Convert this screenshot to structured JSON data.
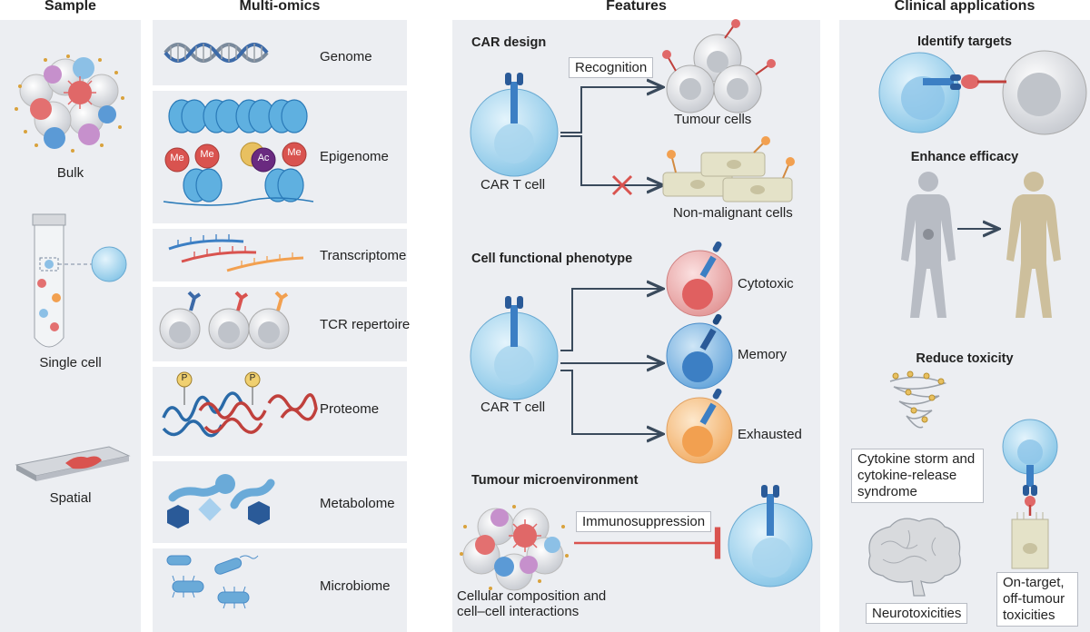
{
  "columns": {
    "sample": "Sample",
    "multiomics": "Multi-omics",
    "features": "Features",
    "clinical": "Clinical applications"
  },
  "sample": {
    "bulk": "Bulk",
    "single_cell": "Single cell",
    "spatial": "Spatial"
  },
  "omics": {
    "genome": "Genome",
    "epigenome": "Epigenome",
    "transcriptome": "Transcriptome",
    "tcr": "TCR repertoire",
    "proteome": "Proteome",
    "metabolome": "Metabolome",
    "microbiome": "Microbiome",
    "me": "Me",
    "ac": "Ac",
    "p": "P"
  },
  "features": {
    "car_design": "CAR design",
    "recognition": "Recognition",
    "tumour_cells": "Tumour cells",
    "non_malignant": "Non-malignant cells",
    "car_t_cell": "CAR T cell",
    "phenotype": "Cell functional phenotype",
    "cytotoxic": "Cytotoxic",
    "memory": "Memory",
    "exhausted": "Exhausted",
    "tme": "Tumour microenvironment",
    "immunosuppression": "Immunosuppression",
    "composition_l1": "Cellular composition and",
    "composition_l2": "cell–cell interactions"
  },
  "clinical": {
    "identify": "Identify targets",
    "efficacy": "Enhance efficacy",
    "toxicity": "Reduce toxicity",
    "cytokine": "Cytokine storm and cytokine-release syndrome",
    "neuro": "Neurotoxicities",
    "ontarget": "On-target, off-tumour toxicities"
  },
  "colors": {
    "panel": "#eceef2",
    "tcell": "#a8d8f0",
    "tcell_dark": "#4a8cc8",
    "car_blue": "#3c7fc4",
    "red": "#d9534f",
    "arrow": "#3a4a5c",
    "grey_cell": "#d6d8dc",
    "beige": "#e4e2c8",
    "human_grey": "#b8bcc4",
    "human_tan": "#cdbf9c"
  }
}
